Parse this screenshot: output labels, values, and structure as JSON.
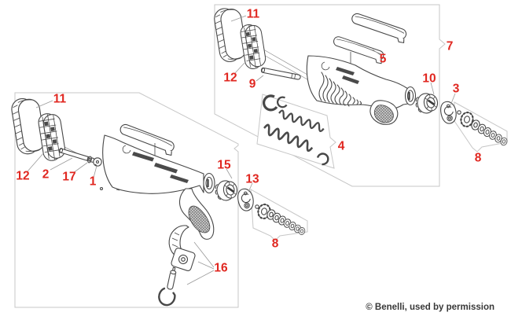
{
  "diagram": {
    "type": "exploded-parts-diagram",
    "subject": "shotgun pistol-grip stock assemblies, exploded view, two callout groups",
    "accent_color": "#e02720",
    "line_color": "#474747",
    "callout_outline_color": "#c7c7c7",
    "background_color": "#ffffff"
  },
  "labels": {
    "top": {
      "p11": "11",
      "p12": "12",
      "p9": "9",
      "p5": "5",
      "p7": "7",
      "p10": "10",
      "p3": "3",
      "p4": "4",
      "p8": "8"
    },
    "bottom": {
      "p11": "11",
      "p12": "12",
      "p2": "2",
      "p17": "17",
      "p1": "1",
      "p15": "15",
      "p13": "13",
      "p16": "16",
      "p8": "8"
    }
  },
  "footer": {
    "copyright": "© Benelli, used by permission"
  }
}
